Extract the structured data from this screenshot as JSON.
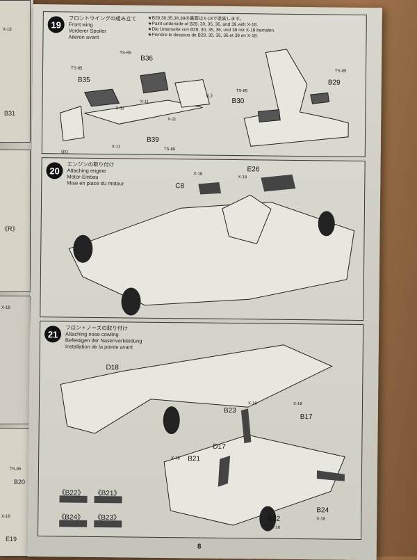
{
  "left_page": {
    "labels": [
      "X-18",
      "B31",
      "《R》",
      "X-18",
      "TS-85",
      "B20",
      "X-18",
      "E19"
    ]
  },
  "step19": {
    "number": "19",
    "title": [
      "フロントウイングの組み立て",
      "Front wing",
      "Vorderer Spoiler",
      "Aileron avant"
    ],
    "notes": [
      "★B29,30,35,36,39の裏面はX-18で塗装します。",
      "★Paint underside of B29, 30, 35, 36, and 39 with X-18.",
      "★Die Unterseite von B29, 30, 35, 36, und 39 mit X-18 bemalen.",
      "★Peindre le dessous de B29, 30, 35, 36 et 39 en X-18."
    ],
    "parts": {
      "ts85a": "TS-85",
      "b36": "B36",
      "ts85b": "TS-85",
      "b35": "B35",
      "x11a": "X-11",
      "x11b": "X-11",
      "x11c": "X-11",
      "x11d": "X-11",
      "b39": "B39",
      "ts85c": "TS-85",
      "l": "《L》",
      "r": "《R》",
      "ts85d": "TS-85",
      "b29": "B29",
      "ts85e": "TS-85",
      "b30": "B30"
    }
  },
  "step20": {
    "number": "20",
    "title": [
      "エンジンの取り付け",
      "Attaching engine",
      "Motor-Einbau",
      "Mise en place du moteur"
    ],
    "parts": {
      "x18a": "X-18",
      "c8": "C8",
      "x18b": "X-18",
      "e26": "E26"
    }
  },
  "step21": {
    "number": "21",
    "title": [
      "フロントノーズの取り付け",
      "Attaching nose cowling",
      "Befestigen der Nasenverkleidung",
      "Installation de la pointe avant"
    ],
    "parts": {
      "d18": "D18",
      "x18a": "X-18",
      "b23": "B23",
      "x18b": "X-18",
      "b17": "B17",
      "d17": "D17",
      "x18c": "X-18",
      "b21": "B21",
      "b22": "B22",
      "x18d": "X-18",
      "b24": "B24",
      "x18e": "X-18"
    },
    "decals": [
      "《B22》",
      "《B21》",
      "《B24》",
      "《B23》"
    ]
  },
  "page_number": "8"
}
